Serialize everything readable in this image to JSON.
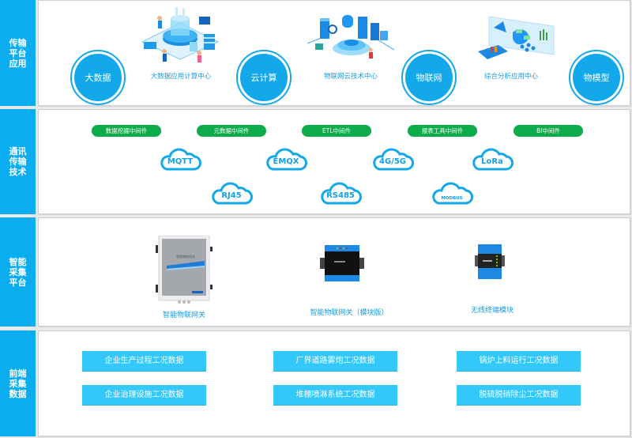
{
  "rows": [
    {
      "label": "传输平台应用"
    },
    {
      "label": "通讯传输技术"
    },
    {
      "label": "智能采集平台"
    },
    {
      "label": "前端采集数据"
    }
  ],
  "application": {
    "circles": [
      "大数据",
      "云计算",
      "物联网",
      "物模型"
    ],
    "centers": [
      {
        "label": "大数据应用计算中心",
        "icon": "data-center-illustration"
      },
      {
        "label": "物联网云技术中心",
        "icon": "iot-cloud-illustration"
      },
      {
        "label": "综合分析应用中心",
        "icon": "analytics-illustration"
      }
    ]
  },
  "communication": {
    "middleware": [
      "数据挖掘中间件",
      "元数据中间件",
      "ETL中间件",
      "报表工具中间件",
      "BI中间件"
    ],
    "protocols": [
      "MQTT",
      "EMQX",
      "4G/5G",
      "LoRa",
      "RJ45",
      "RS485",
      "MODBUS"
    ]
  },
  "acquisition": {
    "devices": [
      {
        "label": "智能物联网关",
        "panel_text": "智能物联网关"
      },
      {
        "label": "智能物联网关（模块版）"
      },
      {
        "label": "无线终端模块"
      }
    ]
  },
  "frontend": {
    "items": [
      "企业生产过程工况数据",
      "厂界道路雾炮工况数据",
      "锅炉上料运行工况数据",
      "企业治理设施工况数据",
      "堆棚喷淋系统工况数据",
      "脱硫脱硝除尘工况数据"
    ]
  },
  "colors": {
    "sidebar": "#0aaef0",
    "circle": "#13a8ea",
    "pill": "#0eab4a",
    "cloud": "#13a0e6",
    "data_button": "#33c8f9"
  }
}
